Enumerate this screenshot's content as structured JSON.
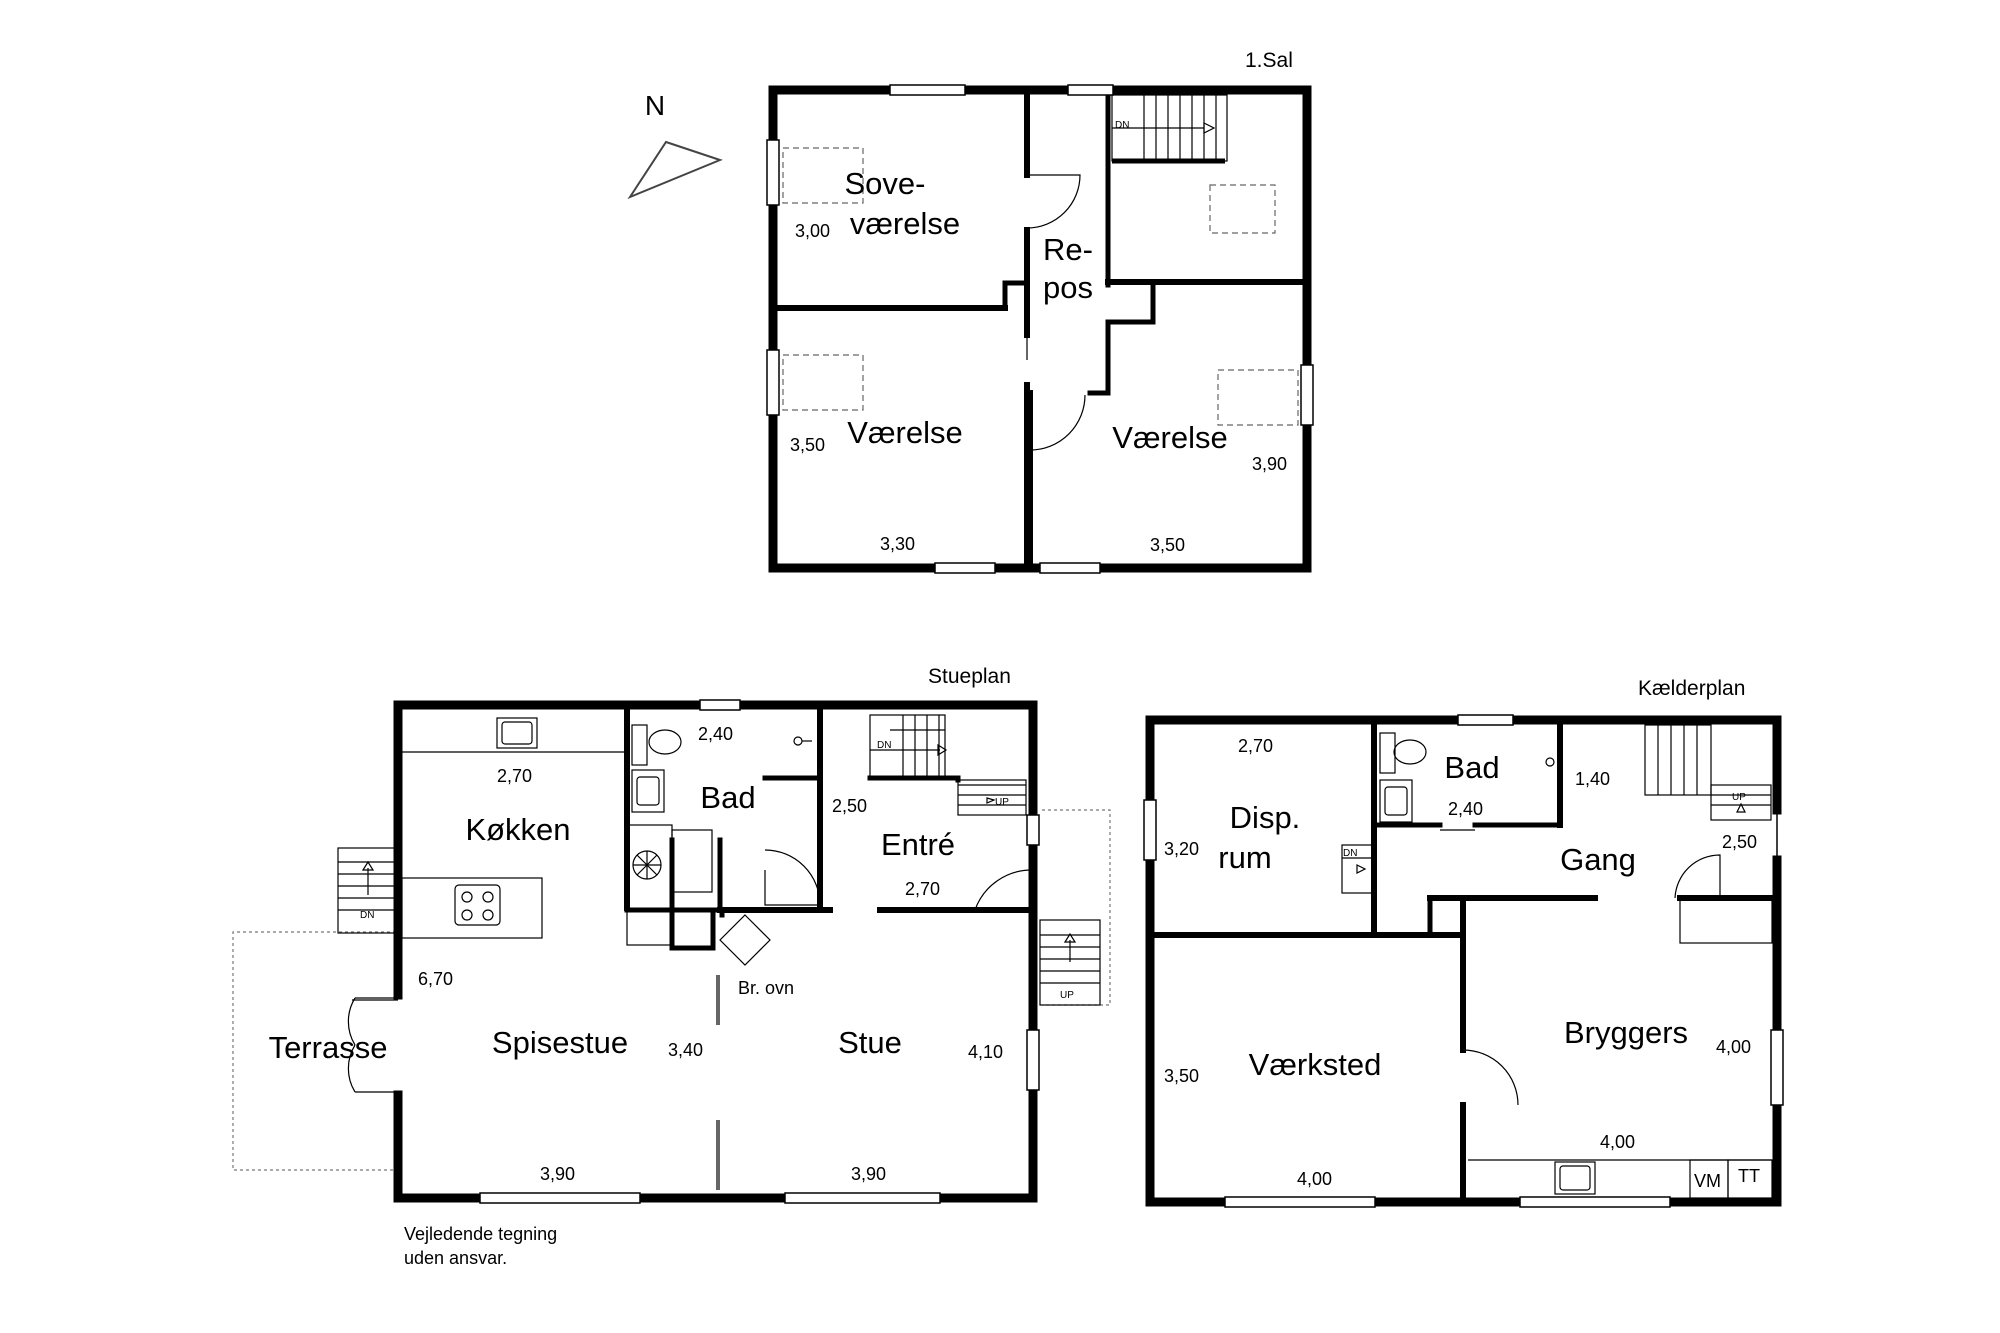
{
  "compass": {
    "label": "N"
  },
  "first_floor": {
    "title": "1.Sal",
    "rooms": {
      "bedroom_line1": "Sove-",
      "bedroom_line2": "værelse",
      "landing_line1": "Re-",
      "landing_line2": "pos",
      "room_left": "Værelse",
      "room_right": "Værelse"
    },
    "dims": {
      "bedroom_depth": "3,00",
      "room_left_depth": "3,50",
      "room_left_width": "3,30",
      "room_right_depth": "3,90",
      "room_right_width": "3,50"
    },
    "stair_label": "DN"
  },
  "ground_floor": {
    "title": "Stueplan",
    "rooms": {
      "kitchen": "Køkken",
      "bath": "Bad",
      "entry": "Entré",
      "dining": "Spisestue",
      "living": "Stue",
      "terrace": "Terrasse",
      "stove": "Br. ovn"
    },
    "dims": {
      "kitchen_width": "2,70",
      "bath_width": "2,40",
      "entry_depth": "2,50",
      "entry_width": "2,70",
      "house_depth": "6,70",
      "middle": "3,40",
      "living_depth": "4,10",
      "dining_width": "3,90",
      "living_width": "3,90"
    },
    "stair_labels": {
      "inner_dn": "DN",
      "inner_up": "UP",
      "terrace_dn": "DN",
      "outside_up": "UP"
    }
  },
  "basement": {
    "title": "Kælderplan",
    "rooms": {
      "disp_line1": "Disp.",
      "disp_line2": "rum",
      "bath": "Bad",
      "hall": "Gang",
      "workshop": "Værksted",
      "utility": "Bryggers",
      "vm": "VM",
      "tt": "TT"
    },
    "dims": {
      "disp_width": "2,70",
      "disp_depth": "3,20",
      "bath_width": "2,40",
      "bath_depth": "1,40",
      "hall_depth": "2,50",
      "workshop_depth": "3,50",
      "workshop_width": "4,00",
      "utility_depth": "4,00",
      "utility_width": "4,00"
    },
    "stair_labels": {
      "dn": "DN",
      "up": "UP"
    }
  },
  "disclaimer": {
    "line1": "Vejledende tegning",
    "line2": "uden ansvar."
  }
}
